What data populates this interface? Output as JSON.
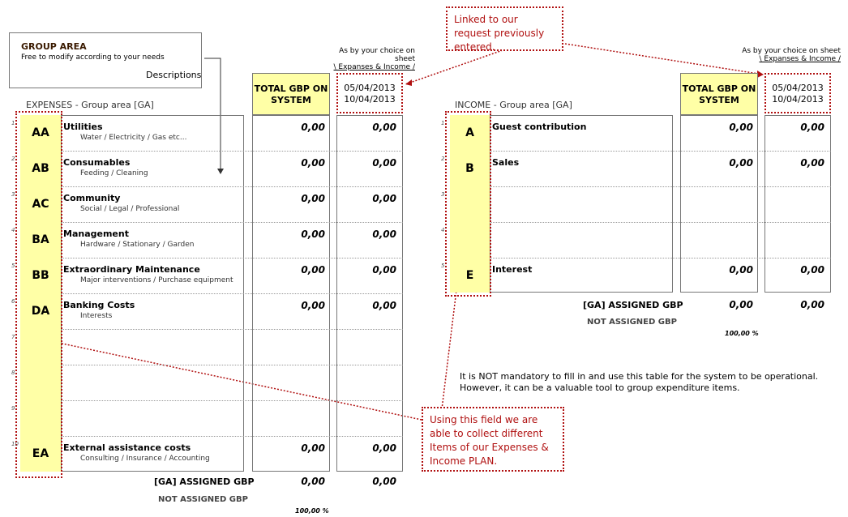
{
  "group_area": {
    "title": "GROUP AREA",
    "subtitle": "Free to modify according to your needs",
    "descriptions": "Descriptions"
  },
  "choice_note_left": {
    "line1": "As by your choice on sheet",
    "line2": "\\ Expanses & Income /"
  },
  "choice_note_right": {
    "line1": "As by your choice on sheet",
    "line2": "\\ Expanses & Income /"
  },
  "callout_top": "Linked to our request previously entered.",
  "callout_bottom": "Using this field we are able to collect different Items of our Expenses & Income PLAN.",
  "expenses": {
    "header": "EXPENSES - Group area [GA]",
    "total_header": "TOTAL GBP ON SYSTEM",
    "date1": "05/04/2013",
    "date2": "10/04/2013",
    "rows": [
      {
        "num": "1",
        "code": "AA",
        "title": "Utilities",
        "sub": "Water / Electricity / Gas etc...",
        "total": "0,00",
        "period": "0,00"
      },
      {
        "num": "2",
        "code": "AB",
        "title": "Consumables",
        "sub": "Feeding / Cleaning",
        "total": "0,00",
        "period": "0,00"
      },
      {
        "num": "3",
        "code": "AC",
        "title": "Community",
        "sub": "Social / Legal / Professional",
        "total": "0,00",
        "period": "0,00"
      },
      {
        "num": "4",
        "code": "BA",
        "title": "Management",
        "sub": "Hardware / Stationary / Garden",
        "total": "0,00",
        "period": "0,00"
      },
      {
        "num": "5",
        "code": "BB",
        "title": "Extraordinary Maintenance",
        "sub": "Major interventions / Purchase equipment",
        "total": "0,00",
        "period": "0,00"
      },
      {
        "num": "6",
        "code": "DA",
        "title": "Banking Costs",
        "sub": "Interests",
        "total": "0,00",
        "period": "0,00"
      },
      {
        "num": "7",
        "code": "",
        "title": "",
        "sub": "",
        "total": "",
        "period": ""
      },
      {
        "num": "8",
        "code": "",
        "title": "",
        "sub": "",
        "total": "",
        "period": ""
      },
      {
        "num": "9",
        "code": "",
        "title": "",
        "sub": "",
        "total": "",
        "period": ""
      },
      {
        "num": "10",
        "code": "EA",
        "title": "External assistance costs",
        "sub": "Consulting / Insurance / Accounting",
        "total": "0,00",
        "period": "0,00"
      }
    ],
    "assigned_label": "[GA] ASSIGNED GBP",
    "assigned_total": "0,00",
    "assigned_period": "0,00",
    "not_assigned_label": "NOT ASSIGNED GBP",
    "percent": "100,00 %"
  },
  "income": {
    "header": "INCOME - Group area [GA]",
    "total_header": "TOTAL GBP ON SYSTEM",
    "date1": "05/04/2013",
    "date2": "10/04/2013",
    "rows": [
      {
        "num": "1",
        "code": "A",
        "title": "Guest contribution",
        "total": "0,00",
        "period": "0,00"
      },
      {
        "num": "2",
        "code": "B",
        "title": "Sales",
        "total": "0,00",
        "period": "0,00"
      },
      {
        "num": "3",
        "code": "",
        "title": "",
        "total": "",
        "period": ""
      },
      {
        "num": "4",
        "code": "",
        "title": "",
        "total": "",
        "period": ""
      },
      {
        "num": "5",
        "code": "E",
        "title": "Interest",
        "total": "0,00",
        "period": "0,00"
      }
    ],
    "assigned_label": "[GA] ASSIGNED GBP",
    "assigned_total": "0,00",
    "assigned_period": "0,00",
    "not_assigned_label": "NOT ASSIGNED GBP",
    "percent": "100,00 %"
  },
  "info_text": {
    "line1": "It is NOT mandatory to fill in and use this table for the system to be operational.",
    "line2": "However, it can be a valuable tool to group expenditure items."
  }
}
